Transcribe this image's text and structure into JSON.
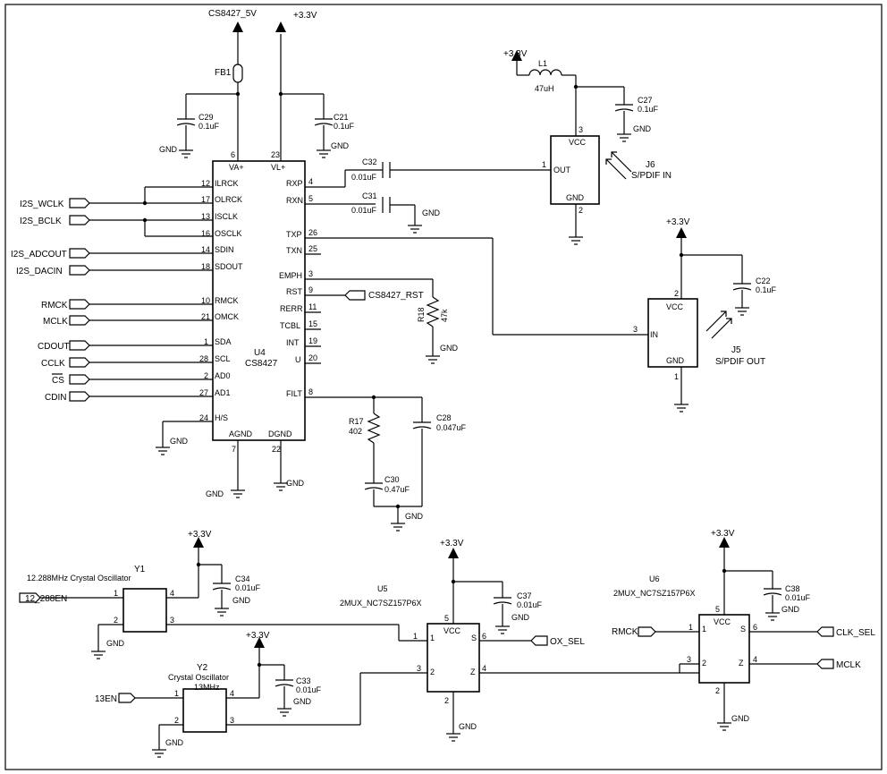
{
  "u4": {
    "ref": "U4",
    "part": "CS8427",
    "left_pins": [
      {
        "num": "12",
        "name": "ILRCK"
      },
      {
        "num": "17",
        "name": "OLRCK"
      },
      {
        "num": "13",
        "name": "ISCLK"
      },
      {
        "num": "16",
        "name": "OSCLK"
      },
      {
        "num": "14",
        "name": "SDIN"
      },
      {
        "num": "18",
        "name": "SDOUT"
      },
      {
        "num": "10",
        "name": "RMCK"
      },
      {
        "num": "21",
        "name": "OMCK"
      },
      {
        "num": "1",
        "name": "SDA"
      },
      {
        "num": "28",
        "name": "SCL"
      },
      {
        "num": "2",
        "name": "AD0"
      },
      {
        "num": "27",
        "name": "AD1"
      },
      {
        "num": "24",
        "name": "H/S"
      }
    ],
    "right_pins": [
      {
        "num": "4",
        "name": "RXP"
      },
      {
        "num": "5",
        "name": "RXN"
      },
      {
        "num": "26",
        "name": "TXP"
      },
      {
        "num": "25",
        "name": "TXN"
      },
      {
        "num": "3",
        "name": "EMPH"
      },
      {
        "num": "9",
        "name": "RST"
      },
      {
        "num": "11",
        "name": "RERR"
      },
      {
        "num": "15",
        "name": "TCBL"
      },
      {
        "num": "19",
        "name": "INT"
      },
      {
        "num": "20",
        "name": "U"
      },
      {
        "num": "8",
        "name": "FILT"
      }
    ],
    "top_pins": [
      {
        "num": "6",
        "name": "VA+"
      },
      {
        "num": "23",
        "name": "VL+"
      }
    ],
    "bottom_pins": [
      {
        "num": "7",
        "name": "AGND"
      },
      {
        "num": "22",
        "name": "DGND"
      }
    ]
  },
  "signals_left": [
    "I2S_WCLK",
    "I2S_BCLK",
    "I2S_ADCOUT",
    "I2S_DACIN",
    "RMCK",
    "MCLK",
    "CDOUT",
    "CCLK",
    "CS",
    "CDIN"
  ],
  "power": {
    "cs8427_5v": "CS8427_5V",
    "v33": "+3.3V",
    "gnd": "GND"
  },
  "fb1": "FB1",
  "caps": {
    "c29": {
      "ref": "C29",
      "val": "0.1uF"
    },
    "c21": {
      "ref": "C21",
      "val": "0.1uF"
    },
    "c32": {
      "ref": "C32",
      "val": "0.01uF"
    },
    "c31": {
      "ref": "C31",
      "val": "0.01uF"
    },
    "c27": {
      "ref": "C27",
      "val": "0.1uF"
    },
    "c22": {
      "ref": "C22",
      "val": "0.1uF"
    },
    "c28": {
      "ref": "C28",
      "val": "0.047uF"
    },
    "c30": {
      "ref": "C30",
      "val": "0.47uF"
    },
    "c34": {
      "ref": "C34",
      "val": "0.01uF"
    },
    "c33": {
      "ref": "C33",
      "val": "0.01uF"
    },
    "c37": {
      "ref": "C37",
      "val": "0.01uF"
    },
    "c38": {
      "ref": "C38",
      "val": "0.01uF"
    }
  },
  "l1": {
    "ref": "L1",
    "val": "47uH"
  },
  "r18": {
    "ref": "R18",
    "val": "47k"
  },
  "r17": {
    "ref": "R17",
    "val": "402"
  },
  "cs8427_rst": "CS8427_RST",
  "j6": {
    "ref": "J6",
    "name": "S/PDIF IN",
    "vcc": "VCC",
    "out": "OUT",
    "gnd": "GND",
    "pin_vcc": "3",
    "pin_out": "1",
    "pin_gnd": "2"
  },
  "j5": {
    "ref": "J5",
    "name": "S/PDIF OUT",
    "vcc": "VCC",
    "in": "IN",
    "gnd": "GND",
    "pin_vcc": "2",
    "pin_in": "3",
    "pin_gnd": "1"
  },
  "y1": {
    "ref": "Y1",
    "desc": "12.288MHz Crystal Oscillator",
    "net": "12_288EN",
    "pins": [
      "1",
      "2",
      "3",
      "4"
    ]
  },
  "y2": {
    "ref": "Y2",
    "desc1": "Crystal Oscillator",
    "desc2": "13MHz",
    "net": "13EN",
    "pins": [
      "1",
      "2",
      "3",
      "4"
    ]
  },
  "u5": {
    "ref": "U5",
    "part": "2MUX_NC7SZ157P6X",
    "vcc": "VCC",
    "s": "S",
    "z": "Z",
    "net_s": "OX_SEL",
    "pins": [
      "5",
      "1",
      "3",
      "2",
      "6",
      "4",
      "2"
    ]
  },
  "u6": {
    "ref": "U6",
    "part": "2MUX_NC7SZ157P6X",
    "vcc": "VCC",
    "s": "S",
    "z": "Z",
    "net_s": "CLK_SEL",
    "net_z": "MCLK",
    "net_in": "RMCK",
    "pins": [
      "5",
      "1",
      "3",
      "2",
      "6",
      "4",
      "2"
    ]
  }
}
